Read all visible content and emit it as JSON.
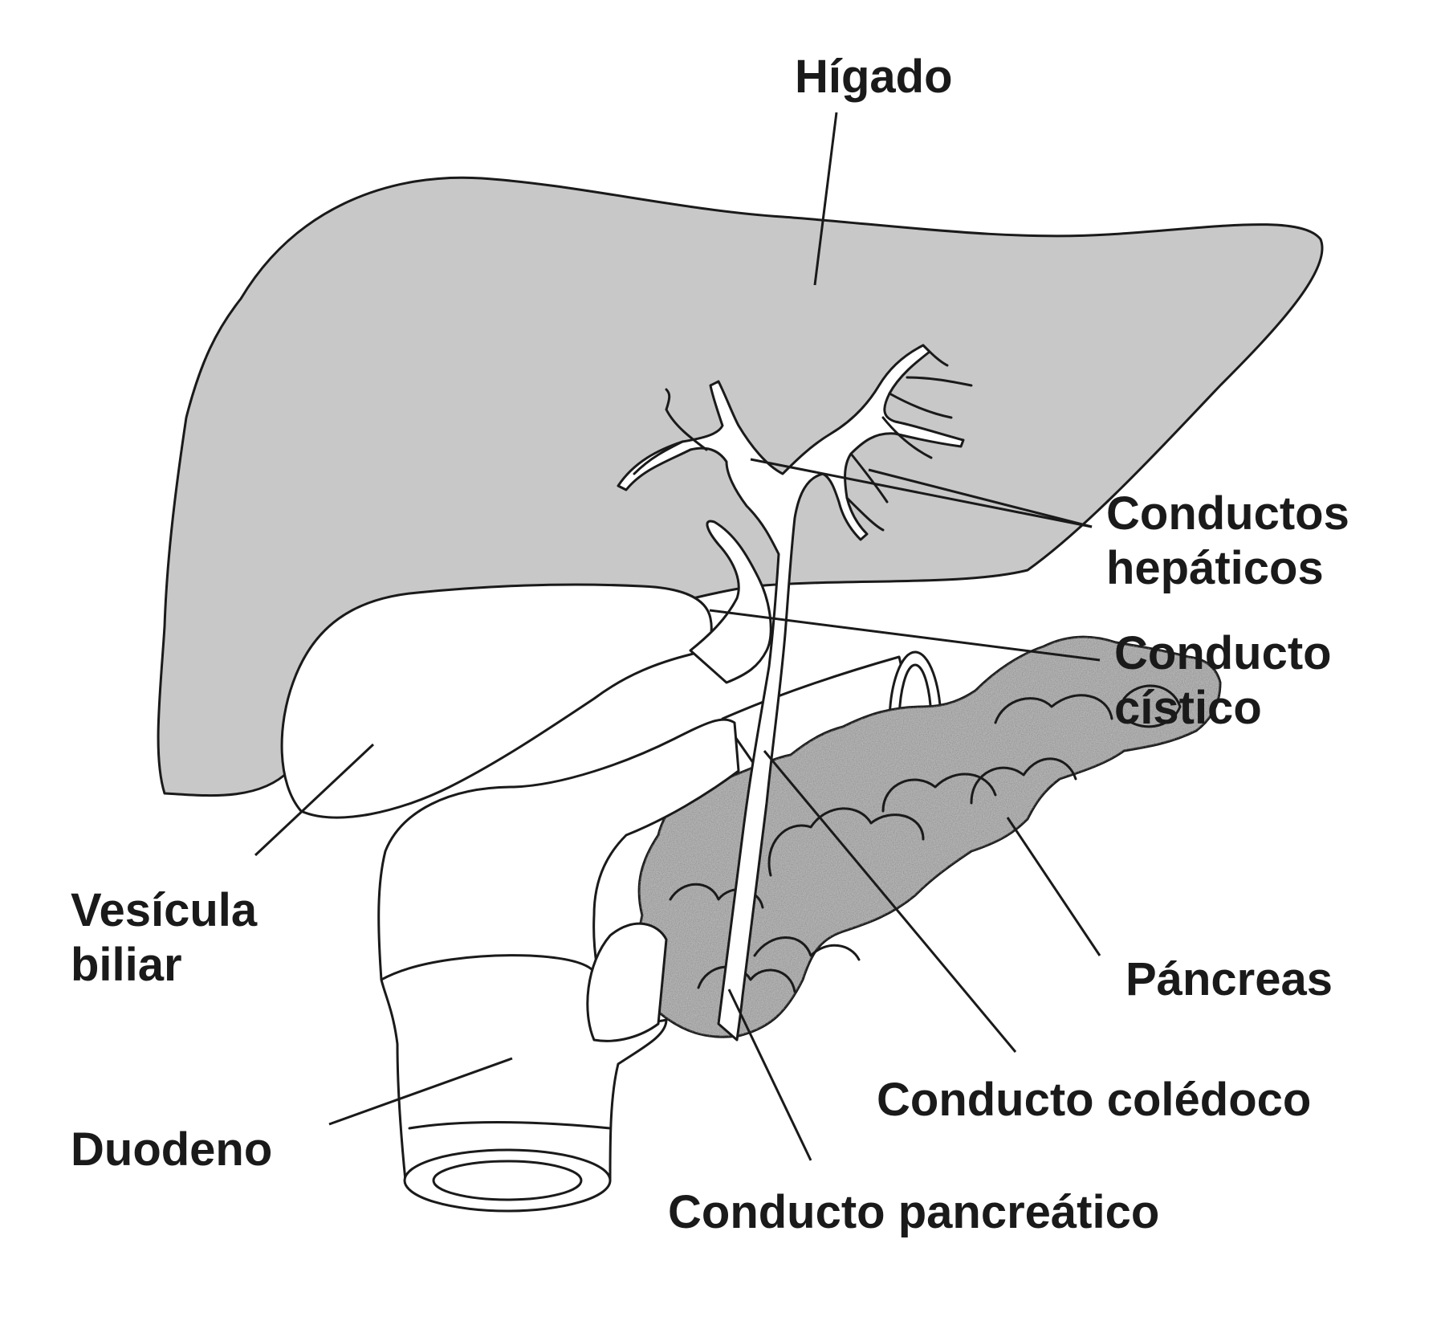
{
  "labels": {
    "higado": "Hígado",
    "conductos_hepaticos": [
      "Conductos",
      "hepáticos"
    ],
    "conducto_cistico": [
      "Conducto",
      "cístico"
    ],
    "vesicula_biliar": [
      "Vesícula",
      "biliar"
    ],
    "pancreas": "Páncreas",
    "conducto_coledoco": "Conducto colédoco",
    "duodeno": "Duodeno",
    "conducto_pancreatico": "Conducto pancreático"
  },
  "colors": {
    "liver_fill": "#c8c8c8",
    "outline": "#1a1a1a",
    "pancreas_fill": "#9a9a9a",
    "background": "#ffffff"
  }
}
